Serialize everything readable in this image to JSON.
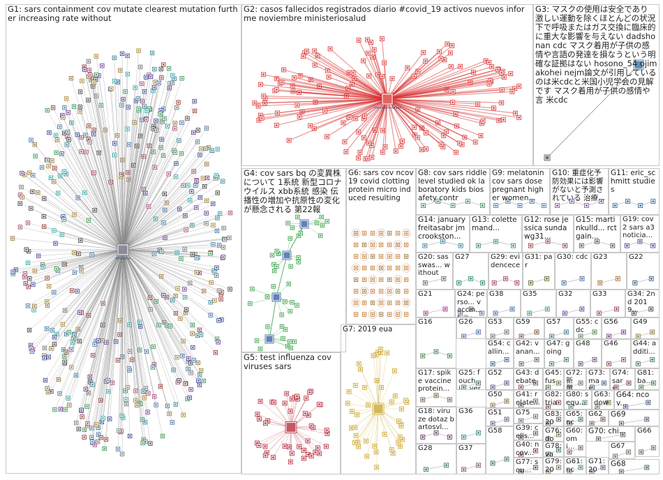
{
  "groups": [
    {
      "id": "G1",
      "label": "G1: sars containment cov mutate clearest mutation further increasing rate without",
      "style": "hub",
      "color": "#666677",
      "nodes": 520,
      "hub_label": "dfrasons"
    },
    {
      "id": "G2",
      "label": "G2: casos fallecidos registrados diario #covid_19 activos nuevos informe noviembre ministeriosalud",
      "style": "hub",
      "color": "#d83030",
      "nodes": 150,
      "hub_label": "ministeriosalud"
    },
    {
      "id": "G3",
      "label": "G3: マスクの使用は安全であり 激しい運動を除くほとんどの状況下で呼吸またはガス交換に臨床的に重大な影響を与えない dadshonan cdc マスク着用が子供の感情や言語の発達を損なうという明確な証拠はない hosono_54 ojimakohei nejm論文が引用しているのは米cdcと米国小児学会の見解です マスク着用が子供の感情や言 米cdc",
      "style": "pair",
      "color": "#555555",
      "nodes": 2
    },
    {
      "id": "G4",
      "label": "G4: cov sars bq の変異株について 1系統 新型コロナウイルス xbb系統 感染 伝播性の増加や抗原性の変化が懸念される 第22報",
      "style": "tree",
      "color": "#2a9a3a",
      "nodes": 40
    },
    {
      "id": "G5",
      "label": "G5: test influenza cov viruses sars",
      "style": "hub",
      "color": "#b02030",
      "nodes": 45
    },
    {
      "id": "G6",
      "label": "G6: sars cov ncov 19 covid clotting protein micro induced resulting",
      "style": "grid",
      "color": "#c07020",
      "nodes": 56
    },
    {
      "id": "G7",
      "label": "G7: 2019 eua",
      "style": "hub",
      "color": "#c8a020",
      "nodes": 45
    },
    {
      "id": "G8",
      "label": "G8: cov sars riddle level studied ok laboratory kids biosafety contr",
      "style": "small",
      "color": "#2e8a5a",
      "nodes": 5
    },
    {
      "id": "G9",
      "label": "G9: melatonin cov sars dose pregnant higher women...",
      "style": "small",
      "color": "#3a70b0",
      "nodes": 5
    },
    {
      "id": "G10",
      "label": "G10: 重症化予防効果には影響がないと予測されている 治療...",
      "style": "small",
      "color": "#7a4aa0",
      "nodes": 4
    },
    {
      "id": "G11",
      "label": "G11: eric_schmitt studies",
      "style": "small",
      "color": "#2060a0",
      "nodes": 4
    },
    {
      "id": "G12",
      "label": "G12: rose jessica sundawg31...",
      "style": "small",
      "color": "#8a3030",
      "nodes": 3
    },
    {
      "id": "G13",
      "label": "G13: colettemand...",
      "style": "small",
      "color": "#308060",
      "nodes": 3
    },
    {
      "id": "G14",
      "label": "G14: january freitasabr jmcrookston...",
      "style": "small",
      "color": "#2a7aa0",
      "nodes": 3
    },
    {
      "id": "G15",
      "label": "G15: martinkulld... rct gain...",
      "style": "small",
      "color": "#444444",
      "nodes": 3
    },
    {
      "id": "G19",
      "label": "G19: cov2 sars a3noticia...",
      "style": "small",
      "color": "#3a3a90",
      "nodes": 3
    },
    {
      "id": "G20",
      "label": "G20: sasswas... without",
      "style": "small",
      "color": "#555555",
      "nodes": 2
    },
    {
      "id": "G27",
      "label": "G27",
      "style": "small",
      "color": "#20805a",
      "nodes": 3
    },
    {
      "id": "G29",
      "label": "G29: evidencece",
      "style": "small",
      "color": "#a03050",
      "nodes": 3
    },
    {
      "id": "G31",
      "label": "G31: par",
      "style": "small",
      "color": "#506020",
      "nodes": 2
    },
    {
      "id": "G30",
      "label": "G30: cdc",
      "style": "small",
      "color": "#3060a0",
      "nodes": 2
    },
    {
      "id": "G23",
      "label": "G23",
      "style": "small",
      "color": "#a06020",
      "nodes": 2
    },
    {
      "id": "G22",
      "label": "G22",
      "style": "small",
      "color": "#305070",
      "nodes": 2
    },
    {
      "id": "G21",
      "label": "G21",
      "style": "small",
      "color": "#a02080",
      "nodes": 2
    },
    {
      "id": "G24",
      "label": "G24: perso... vaccin... fully...",
      "style": "small",
      "color": "#506080",
      "nodes": 3
    },
    {
      "id": "G38",
      "label": "G38",
      "style": "small",
      "color": "#2a5a9a",
      "nodes": 2
    },
    {
      "id": "G35",
      "label": "G35",
      "style": "small",
      "color": "#2a8a6a",
      "nodes": 2
    },
    {
      "id": "G32",
      "label": "G32",
      "style": "small",
      "color": "#5a2a9a",
      "nodes": 2
    },
    {
      "id": "G33",
      "label": "G33",
      "style": "small",
      "color": "#9a2a5a",
      "nodes": 2
    },
    {
      "id": "G34",
      "label": "G34: 2nd 2019...",
      "style": "small",
      "color": "#333333",
      "nodes": 2
    },
    {
      "id": "G16",
      "label": "G16",
      "style": "small",
      "color": "#2a7a3a",
      "nodes": 3
    },
    {
      "id": "G26",
      "label": "G26",
      "style": "small",
      "color": "#3a5aa0",
      "nodes": 2
    },
    {
      "id": "G53",
      "label": "G53",
      "style": "small",
      "color": "#5a5a5a",
      "nodes": 2
    },
    {
      "id": "G59",
      "label": "G59",
      "style": "small",
      "color": "#7a3a2a",
      "nodes": 2
    },
    {
      "id": "G57",
      "label": "G57",
      "style": "small",
      "color": "#2a6a8a",
      "nodes": 2
    },
    {
      "id": "G55",
      "label": "G55: cdc",
      "style": "small",
      "color": "#3a7a3a",
      "nodes": 2
    },
    {
      "id": "G56",
      "label": "G56",
      "style": "small",
      "color": "#6a2a7a",
      "nodes": 2
    },
    {
      "id": "G49",
      "label": "G49",
      "style": "small",
      "color": "#7a6a2a",
      "nodes": 2
    },
    {
      "id": "G54",
      "label": "G54: callin...",
      "style": "small",
      "color": "#2a4a7a",
      "nodes": 2
    },
    {
      "id": "G42",
      "label": "G42: vanan...",
      "style": "small",
      "color": "#4a4a4a",
      "nodes": 2
    },
    {
      "id": "G47",
      "label": "G47: going",
      "style": "small",
      "color": "#3a6a5a",
      "nodes": 2
    },
    {
      "id": "G48",
      "label": "G48",
      "style": "small",
      "color": "#5a3a6a",
      "nodes": 2
    },
    {
      "id": "G46",
      "label": "G46",
      "style": "small",
      "color": "#8a3a3a",
      "nodes": 2
    },
    {
      "id": "G44",
      "label": "G44: additi...",
      "style": "small",
      "color": "#2a6a4a",
      "nodes": 2
    },
    {
      "id": "G17",
      "label": "G17: spike vaccine protein...",
      "style": "small",
      "color": "#6a4a2a",
      "nodes": 3
    },
    {
      "id": "G25",
      "label": "G25: fouchi... verza",
      "style": "small",
      "color": "#2a5a6a",
      "nodes": 2
    },
    {
      "id": "G52",
      "label": "G52",
      "style": "small",
      "color": "#3a3a7a",
      "nodes": 2
    },
    {
      "id": "G43",
      "label": "G43: debate",
      "style": "small",
      "color": "#7a2a4a",
      "nodes": 2
    },
    {
      "id": "G45",
      "label": "G45: fusi...",
      "style": "small",
      "color": "#4a6a2a",
      "nodes": 2
    },
    {
      "id": "G72",
      "label": "G72: 新型...",
      "style": "small",
      "color": "#555555",
      "nodes": 2
    },
    {
      "id": "G73",
      "label": "G73: mas...",
      "style": "small",
      "color": "#2a4a6a",
      "nodes": 2
    },
    {
      "id": "G74",
      "label": "G74: sars...",
      "style": "small",
      "color": "#6a2a2a",
      "nodes": 2
    },
    {
      "id": "G81",
      "label": "G81: ba...",
      "style": "small",
      "color": "#2a6a2a",
      "nodes": 2
    },
    {
      "id": "G18",
      "label": "G18: viru ze dotaz bartosvl...",
      "style": "small",
      "color": "#5a2a5a",
      "nodes": 3
    },
    {
      "id": "G36",
      "label": "G36",
      "style": "small",
      "color": "#2a7a7a",
      "nodes": 2
    },
    {
      "id": "G50",
      "label": "G50",
      "style": "small",
      "color": "#7a5a2a",
      "nodes": 2
    },
    {
      "id": "G41",
      "label": "G41: relate...",
      "style": "small",
      "color": "#3a5a3a",
      "nodes": 2
    },
    {
      "id": "G75",
      "label": "G75",
      "style": "small",
      "color": "#555577",
      "nodes": 2
    },
    {
      "id": "G82",
      "label": "G82: trial...",
      "style": "small",
      "color": "#6a3a3a",
      "nodes": 2
    },
    {
      "id": "G80",
      "label": "G80: sequ...",
      "style": "small",
      "color": "#3a6a6a",
      "nodes": 2
    },
    {
      "id": "G63",
      "label": "G63: down",
      "style": "small",
      "color": "#5a5a2a",
      "nodes": 2
    },
    {
      "id": "G64",
      "label": "G64: ncov...",
      "style": "small",
      "color": "#2a3a6a",
      "nodes": 2
    },
    {
      "id": "G39",
      "label": "G39: cells...",
      "style": "small",
      "color": "#6a2a6a",
      "nodes": 2
    },
    {
      "id": "G83",
      "label": "G83: 201...",
      "style": "small",
      "color": "#444444",
      "nodes": 2
    },
    {
      "id": "G65",
      "label": "G65: nco...",
      "style": "small",
      "color": "#2a5a3a",
      "nodes": 2
    },
    {
      "id": "G62",
      "label": "G62",
      "style": "small",
      "color": "#5a3a2a",
      "nodes": 2
    },
    {
      "id": "G69",
      "label": "G69",
      "style": "small",
      "color": "#3a3a5a",
      "nodes": 2
    },
    {
      "id": "G28",
      "label": "G28",
      "style": "small",
      "color": "#2a6a5a",
      "nodes": 2
    },
    {
      "id": "G37",
      "label": "G37",
      "style": "small",
      "color": "#6a4a4a",
      "nodes": 2
    },
    {
      "id": "G51",
      "label": "G51",
      "style": "small",
      "color": "#4a4a6a",
      "nodes": 2
    },
    {
      "id": "G76",
      "label": "G76: don...",
      "style": "small",
      "color": "#5a6a3a",
      "nodes": 2
    },
    {
      "id": "G78",
      "label": "G78: van...",
      "style": "small",
      "color": "#3a5a5a",
      "nodes": 2
    },
    {
      "id": "G60",
      "label": "G60: omi...",
      "style": "small",
      "color": "#6a3a5a",
      "nodes": 2
    },
    {
      "id": "G70",
      "label": "G70: chi...",
      "style": "small",
      "color": "#3a4a3a",
      "nodes": 2
    },
    {
      "id": "G66",
      "label": "G66",
      "style": "small",
      "color": "#5a4a3a",
      "nodes": 2
    },
    {
      "id": "G58",
      "label": "G58",
      "style": "small",
      "color": "#2a5a5a",
      "nodes": 2
    },
    {
      "id": "G40",
      "label": "G40: ncov...",
      "style": "small",
      "color": "#5a2a3a",
      "nodes": 2
    },
    {
      "id": "G77",
      "label": "G77: sou...",
      "style": "small",
      "color": "#3a3a3a",
      "nodes": 2
    },
    {
      "id": "G79",
      "label": "G79: 201...",
      "style": "small",
      "color": "#6a5a3a",
      "nodes": 2
    },
    {
      "id": "G61",
      "label": "G61: nco...",
      "style": "small",
      "color": "#3a6a4a",
      "nodes": 2
    },
    {
      "id": "G71",
      "label": "G71: 201...",
      "style": "small",
      "color": "#4a3a6a",
      "nodes": 2
    },
    {
      "id": "G67",
      "label": "G67",
      "style": "small",
      "color": "#5a5a4a",
      "nodes": 2
    },
    {
      "id": "G68",
      "label": "G68",
      "style": "small",
      "color": "#2a4a4a",
      "nodes": 2
    }
  ]
}
